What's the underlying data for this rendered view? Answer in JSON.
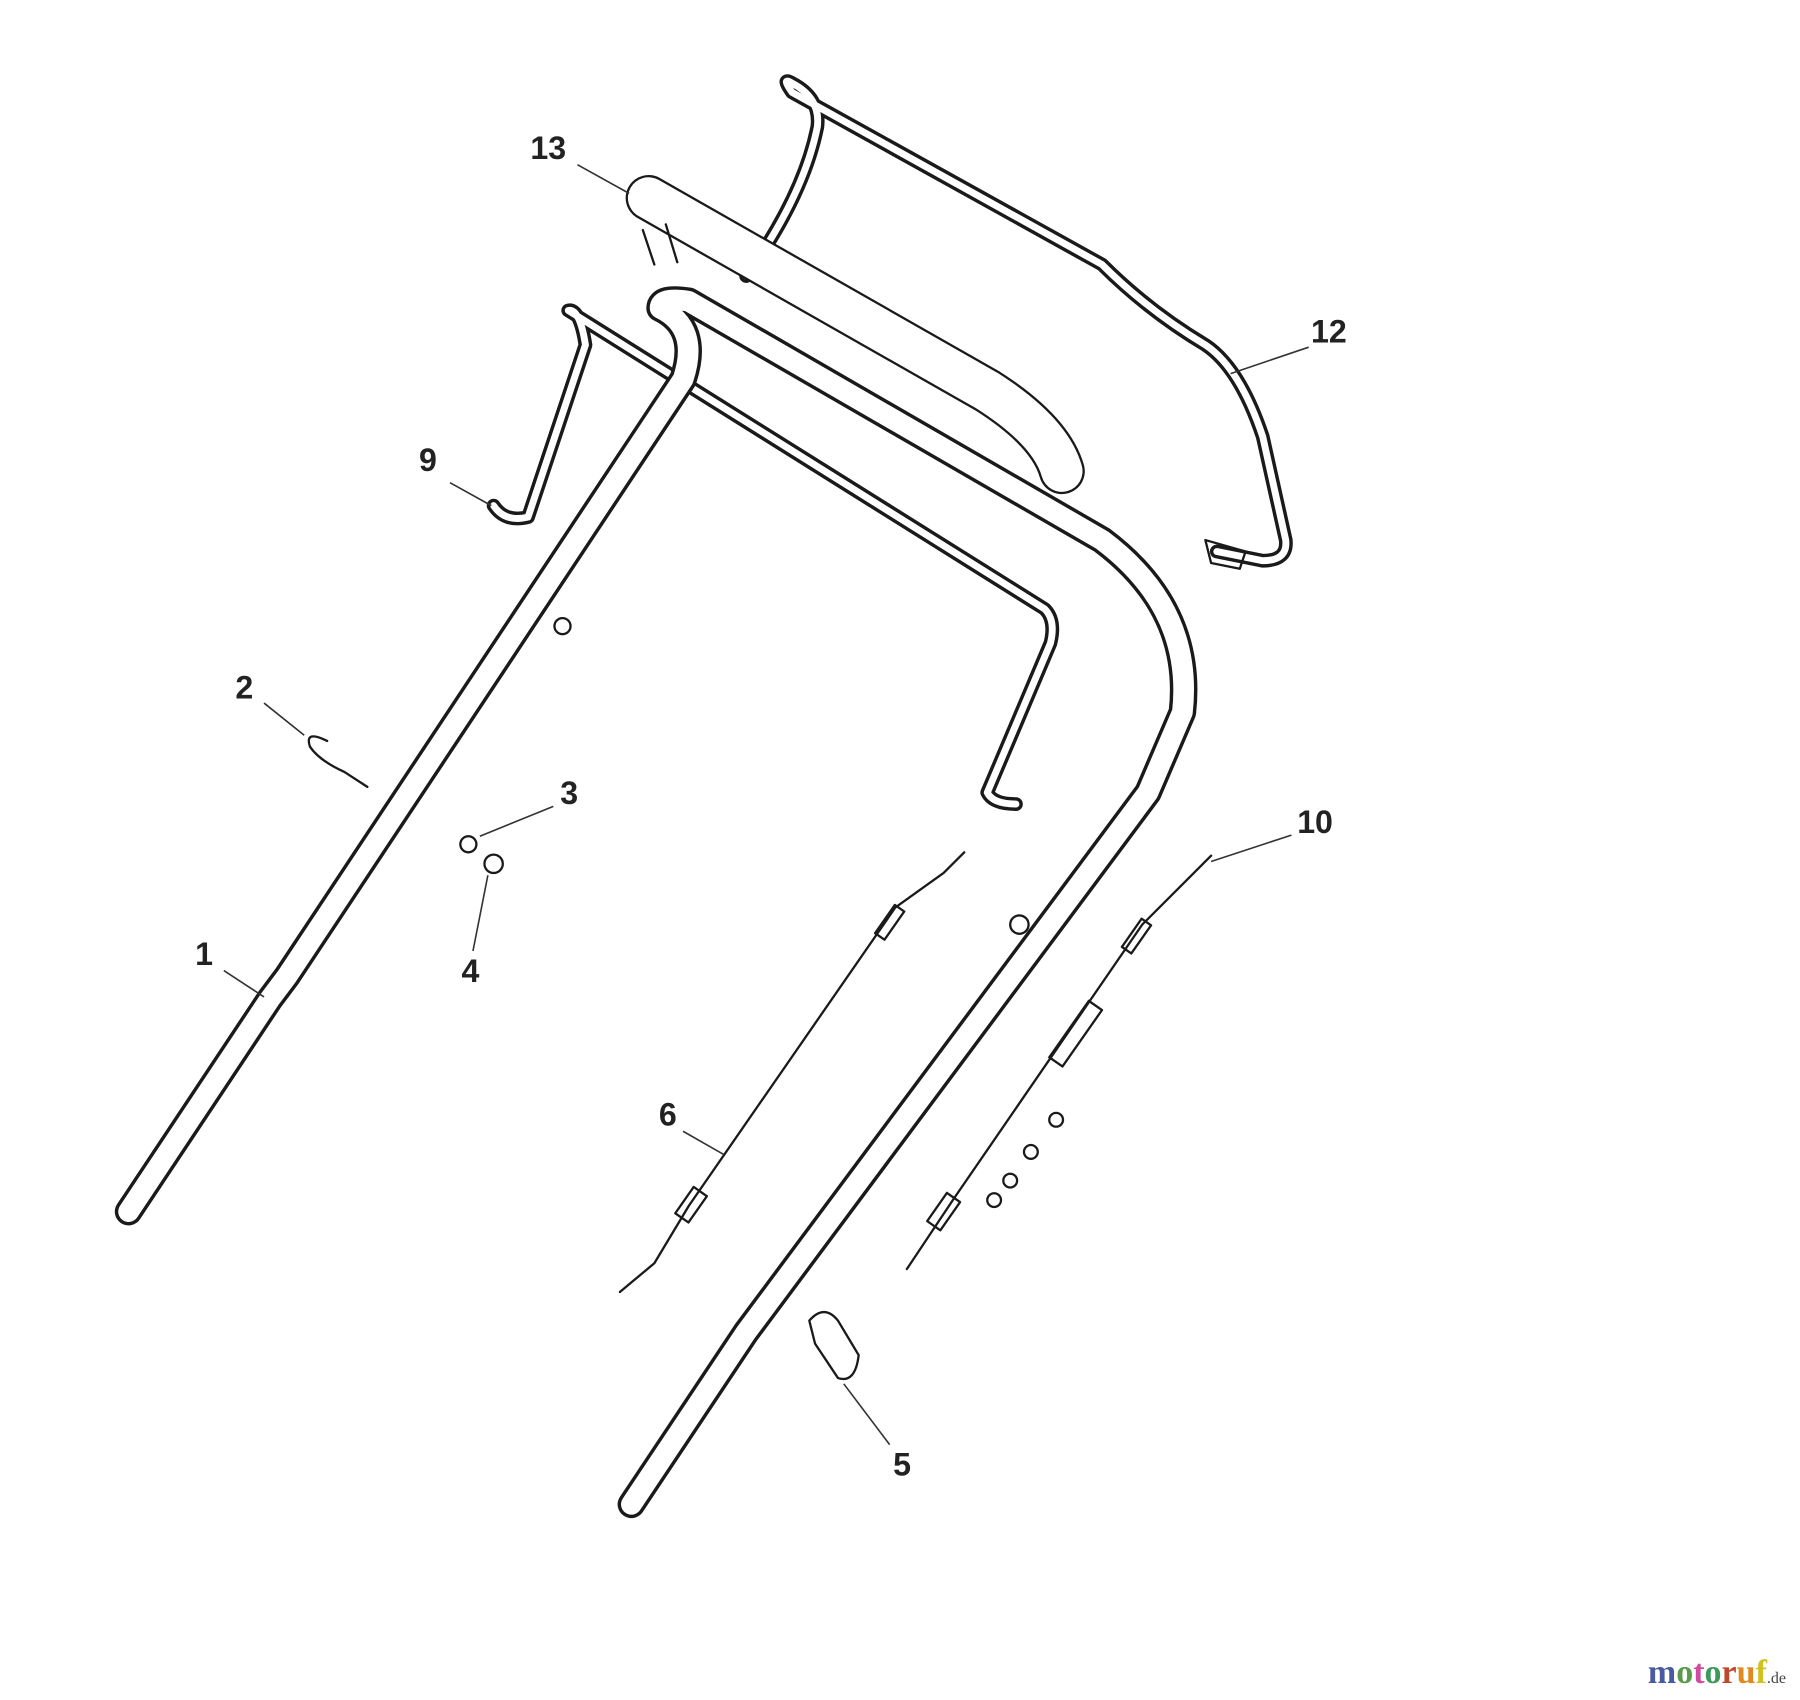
{
  "diagram": {
    "callouts": [
      "1",
      "2",
      "3",
      "4",
      "5",
      "6",
      "9",
      "10",
      "12",
      "13"
    ]
  },
  "parts": {
    "p1": {
      "label": "1"
    },
    "p2": {
      "label": "2"
    },
    "p3": {
      "label": "3"
    },
    "p4": {
      "label": "4"
    },
    "p5": {
      "label": "5"
    },
    "p6": {
      "label": "6"
    },
    "p9": {
      "label": "9"
    },
    "p10": {
      "label": "10"
    },
    "p12": {
      "label": "12"
    },
    "p13": {
      "label": "13"
    }
  },
  "watermark": {
    "letters": [
      "m",
      "o",
      "t",
      "o",
      "r",
      "u",
      "f"
    ],
    "letter_colors": [
      "#4a5aa0",
      "#5a9a4a",
      "#d04aa0",
      "#3a9a5a",
      "#c0482a",
      "#e08a20",
      "#d0c020"
    ],
    "suffix": ".de"
  }
}
